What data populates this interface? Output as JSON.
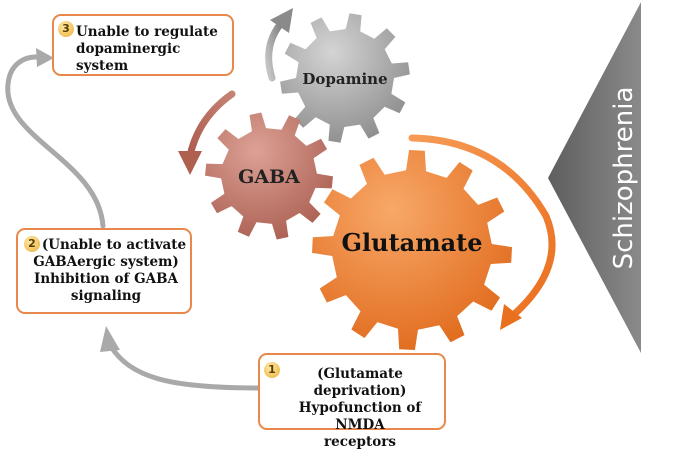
{
  "gears": {
    "dopamine": "Dopamine",
    "gaba": "GABA",
    "glutamate": "Glutamate"
  },
  "side_label": "Schizophrenia",
  "steps": [
    {
      "number": "3",
      "lines": [
        "Unable to regulate",
        "dopaminergic system"
      ]
    },
    {
      "number": "2",
      "lines": [
        "(Unable to activate",
        "GABAergic system)",
        "Inhibition of GABA",
        "signaling"
      ]
    },
    {
      "number": "1",
      "lines": [
        "(Glutamate deprivation)",
        "Hypofunction of NMDA",
        "receptors"
      ]
    }
  ],
  "colors": {
    "dopamine_gear": "#9e9e9e",
    "gaba_gear": "#c1786a",
    "glutamate_gear": "#ef7b2e",
    "box_border": "#e8884a",
    "connector_arrow": "#a9a9a9",
    "side_triangle": "#6b6b6b"
  }
}
